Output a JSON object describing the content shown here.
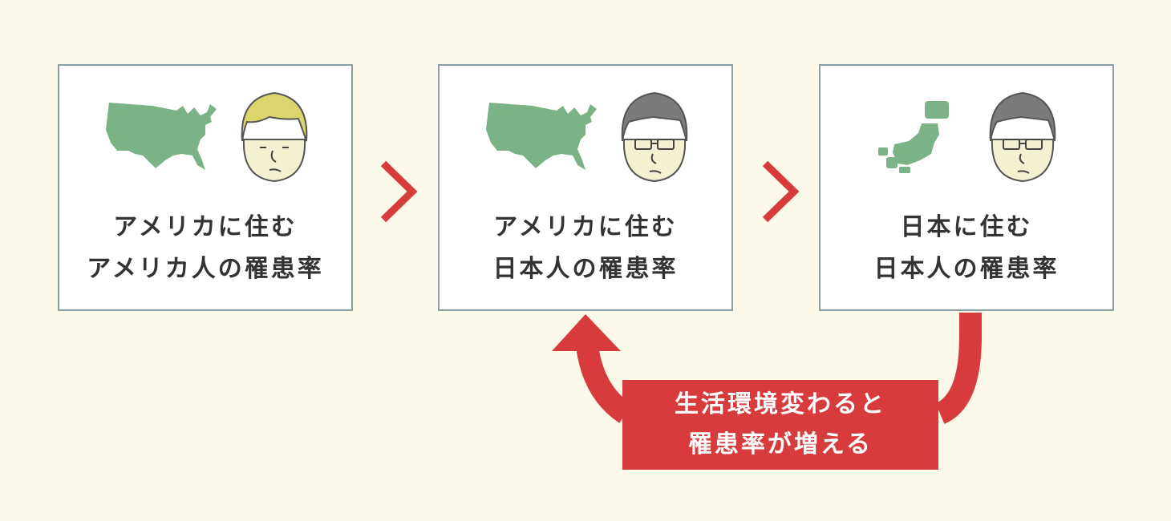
{
  "colors": {
    "background": "#fdf9e8",
    "box_border": "#8a9ea5",
    "accent_red": "#d73b3d",
    "map_green": "#7bb387",
    "blond_hair": "#dad56c",
    "gray_hair": "#7b7b7b",
    "skin": "#f4f1d1"
  },
  "steps": [
    {
      "map_icon": "usa-map-icon",
      "person_icon": "american-face-icon",
      "label_line1": "アメリカに住む",
      "label_line2": "アメリカ人の罹患率"
    },
    {
      "map_icon": "usa-map-icon",
      "person_icon": "japanese-face-icon",
      "label_line1": "アメリカに住む",
      "label_line2": "日本人の罹患率"
    },
    {
      "map_icon": "japan-map-icon",
      "person_icon": "japanese-face-icon",
      "label_line1": "日本に住む",
      "label_line2": "日本人の罹患率"
    }
  ],
  "connectors": [
    "chevron-right-icon",
    "chevron-right-icon"
  ],
  "callout": {
    "line1": "生活環境変わると",
    "line2": "罹患率が増える"
  }
}
